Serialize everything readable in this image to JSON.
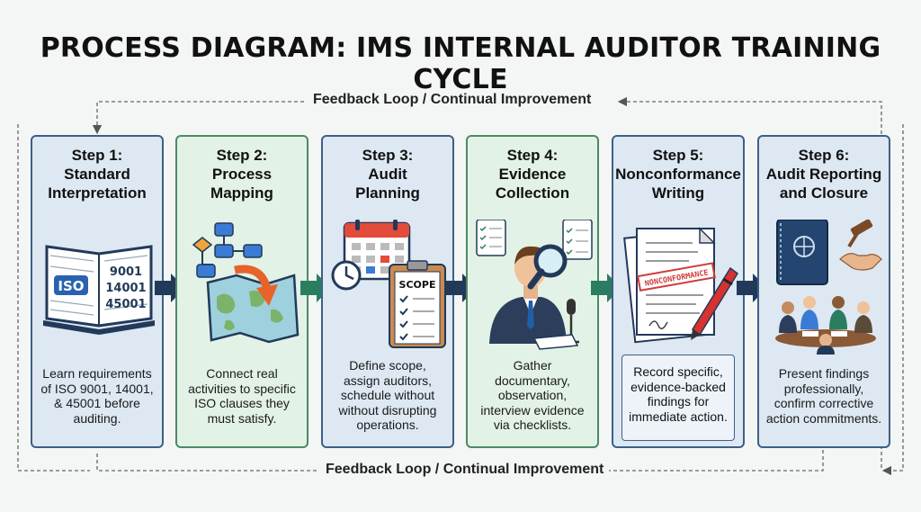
{
  "title": "PROCESS DIAGRAM: IMS INTERNAL AUDITOR TRAINING CYCLE",
  "feedback_top": "Feedback Loop / Continual Improvement",
  "feedback_bottom": "Feedback Loop / Continual Improvement",
  "colors": {
    "blue_panel": "#dde8f3",
    "green_panel": "#e2f2e6",
    "navy": "#22395a",
    "teal": "#2b7d62"
  },
  "steps": [
    {
      "step": "Step 1:",
      "title": [
        "Standard",
        "Interpretation"
      ],
      "desc": [
        "Learn requirements",
        "of ISO 9001, 14001,",
        "& 45001 before",
        "auditing."
      ],
      "icon": "open-book-icon",
      "book_labels": {
        "iso": "ISO",
        "codes": [
          "9001",
          "14001",
          "45001"
        ]
      }
    },
    {
      "step": "Step 2:",
      "title": [
        "Process",
        "Mapping"
      ],
      "desc": [
        "Connect real",
        "activities to specific",
        "ISO clauses they",
        "must satisfy."
      ],
      "icon": "flowchart-map-icon"
    },
    {
      "step": "Step 3:",
      "title": [
        "Audit",
        "Planning"
      ],
      "desc": [
        "Define scope,",
        "assign auditors,",
        "schedule without",
        "without disrupting",
        "operations."
      ],
      "icon": "calendar-clipboard-icon",
      "clipboard_label": "SCOPE"
    },
    {
      "step": "Step 4:",
      "title": [
        "Evidence",
        "Collection"
      ],
      "desc": [
        "Gather",
        "documentary,",
        "observation,",
        "interview evidence",
        "via checklists."
      ],
      "icon": "auditor-magnifier-icon"
    },
    {
      "step": "Step 5:",
      "title": [
        "Nonconformance",
        "Writing"
      ],
      "desc": [
        "Record specific,",
        "evidence-backed",
        "findings for",
        "immediate action."
      ],
      "icon": "document-pen-icon",
      "stamp_label": "NONCONFORMANCE"
    },
    {
      "step": "Step 6:",
      "title": [
        "Audit Reporting",
        "and Closure"
      ],
      "desc": [
        "Present findings",
        "professionally,",
        "confirm corrective",
        "action commitments."
      ],
      "icon": "report-meeting-icon"
    }
  ]
}
